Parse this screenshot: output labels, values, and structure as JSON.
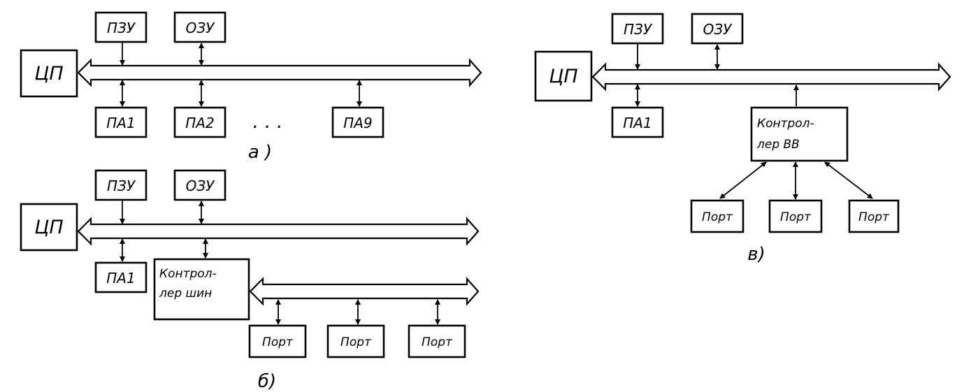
{
  "diagram_a": {
    "cpu": "ЦП",
    "rom": "ПЗУ",
    "ram": "ОЗУ",
    "pa1": "ПА1",
    "pa2": "ПА2",
    "ellipsis": ". . .",
    "pa9": "ПА9",
    "caption": "а )"
  },
  "diagram_b": {
    "cpu": "ЦП",
    "rom": "ПЗУ",
    "ram": "ОЗУ",
    "pa1": "ПА1",
    "controller_line1": "Контрол-",
    "controller_line2": "лер шин",
    "port1": "Порт",
    "port2": "Порт",
    "port3": "Порт",
    "caption": "б)"
  },
  "diagram_c": {
    "cpu": "ЦП",
    "rom": "ПЗУ",
    "ram": "ОЗУ",
    "pa1": "ПА1",
    "controller_line1": "Контрол-",
    "controller_line2": "лер  ВВ",
    "port1": "Порт",
    "port2": "Порт",
    "port3": "Порт",
    "caption": "в)"
  }
}
